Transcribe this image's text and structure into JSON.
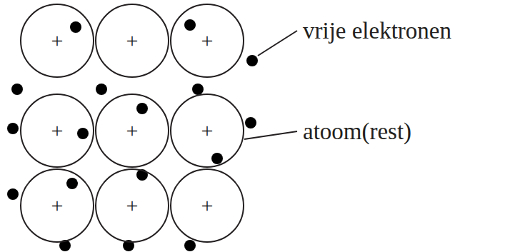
{
  "diagram": {
    "nodes": [
      {
        "text": [
          "+"
        ]
      },
      {
        "text": [
          "+"
        ]
      },
      {
        "text": [
          "+"
        ]
      },
      {
        "text": [
          "+"
        ]
      },
      {
        "text": [
          "+"
        ]
      },
      {
        "text": [
          "+"
        ]
      },
      {
        "text": [
          "+"
        ]
      },
      {
        "text": [
          "+"
        ]
      },
      {
        "text": [
          "+"
        ]
      }
    ],
    "labels": [
      "vrije elektronen",
      "atoom(rest)"
    ]
  }
}
